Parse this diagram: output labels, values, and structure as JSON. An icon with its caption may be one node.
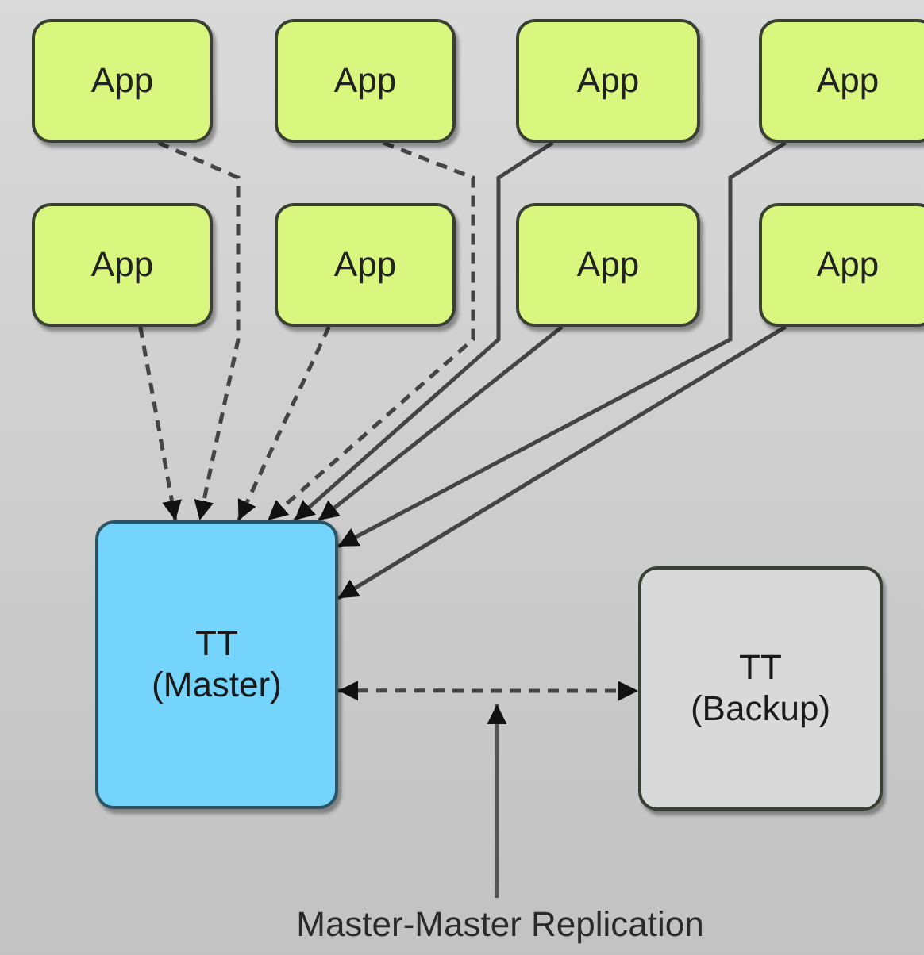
{
  "diagram": {
    "nodes": [
      {
        "text": [
          "App"
        ]
      },
      {
        "text": [
          "App"
        ]
      },
      {
        "text": [
          "App"
        ]
      },
      {
        "text": [
          "App"
        ]
      },
      {
        "text": [
          "App"
        ]
      },
      {
        "text": [
          "App"
        ]
      },
      {
        "text": [
          "App"
        ]
      },
      {
        "text": [
          "App"
        ]
      },
      {
        "text": [
          "TT (Master)"
        ]
      },
      {
        "text": [
          "TT (Backup)"
        ]
      },
      {
        "text": [
          "Master-Master Replication"
        ]
      }
    ],
    "edges": [
      {
        "from": 0,
        "to": 8,
        "arrow": "to",
        "style": "dashed"
      },
      {
        "from": 1,
        "to": 8,
        "arrow": "to",
        "style": "dashed"
      },
      {
        "from": 2,
        "to": 8,
        "arrow": "to"
      },
      {
        "from": 3,
        "to": 8,
        "arrow": "to"
      },
      {
        "from": 4,
        "to": 8,
        "arrow": "to",
        "style": "dashed"
      },
      {
        "from": 5,
        "to": 8,
        "arrow": "to",
        "style": "dashed"
      },
      {
        "from": 6,
        "to": 8,
        "arrow": "to"
      },
      {
        "from": 7,
        "to": 8,
        "arrow": "to"
      },
      {
        "from": 8,
        "to": 9,
        "arrow": "both",
        "style": "dashed"
      },
      {
        "from": 10,
        "to": null,
        "arrow": "to"
      }
    ]
  }
}
